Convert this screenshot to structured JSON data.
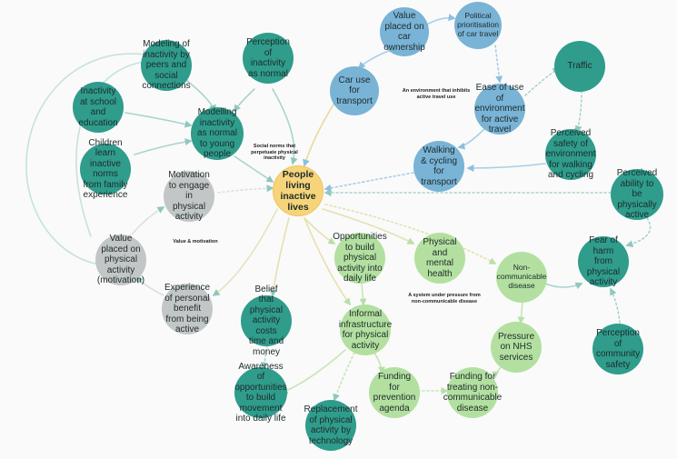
{
  "colors": {
    "teal": "#2f9c8c",
    "blue": "#79b3d6",
    "grey": "#c3c6c6",
    "green": "#b3e0a0",
    "gold": "#f6d47a"
  },
  "nodes": {
    "center": "People living inactive lives",
    "modeling_peers": "Modeling of inactivity by peers and social connections",
    "perception_normal": "Perception of inactivity as normal",
    "inactivity_school": "Inactivity at school and education",
    "modelling_young": "Modelling inactivity as normal to young people",
    "children_learn": "Children learn inactive norms from family experience",
    "value_ownership": "Value placed on car ownership",
    "political": "Political prioritisation of car travel",
    "car_use": "Car use for transport",
    "ease_of_use": "Ease of use of environment for active travel",
    "traffic": "Traffic",
    "perceived_safety": "Perceived safety of environment for walking and cycling",
    "walking_cycling": "Walking & cycling for transport",
    "motivation": "Motivation to engage in physical activity",
    "value_motivation": "Value placed on physical activity (motivation)",
    "experience": "Experience of personal benefit from being active",
    "perceived_ability": "Perceived ability to be physically active",
    "opportunities": "Opportunities to build physical activity into daily life",
    "physical_mental": "Physical and mental health",
    "ncd": "Non-communicable disease",
    "fear_harm": "Fear of harm from physical activity",
    "belief_time": "Belief that physical activity costs time and money",
    "informal": "Informal infrastructure for physical activity",
    "pressure_nhs": "Pressure on NHS services",
    "perception_safety": "Perception of community safety",
    "awareness": "Awareness of opportunities to build movement into daily life",
    "funding_prevention": "Funding for prevention agenda",
    "funding_treating": "Funding for treating non-communicable disease",
    "replacement": "Replacement of physical activity by technology"
  },
  "labels": {
    "social_norms": "Social norms that perpetuate physical inactivity",
    "environment": "An environment that inhibits active travel use",
    "value_motivation": "Value & motivation",
    "system_pressure": "A system under pressure from non-communicable disease"
  }
}
